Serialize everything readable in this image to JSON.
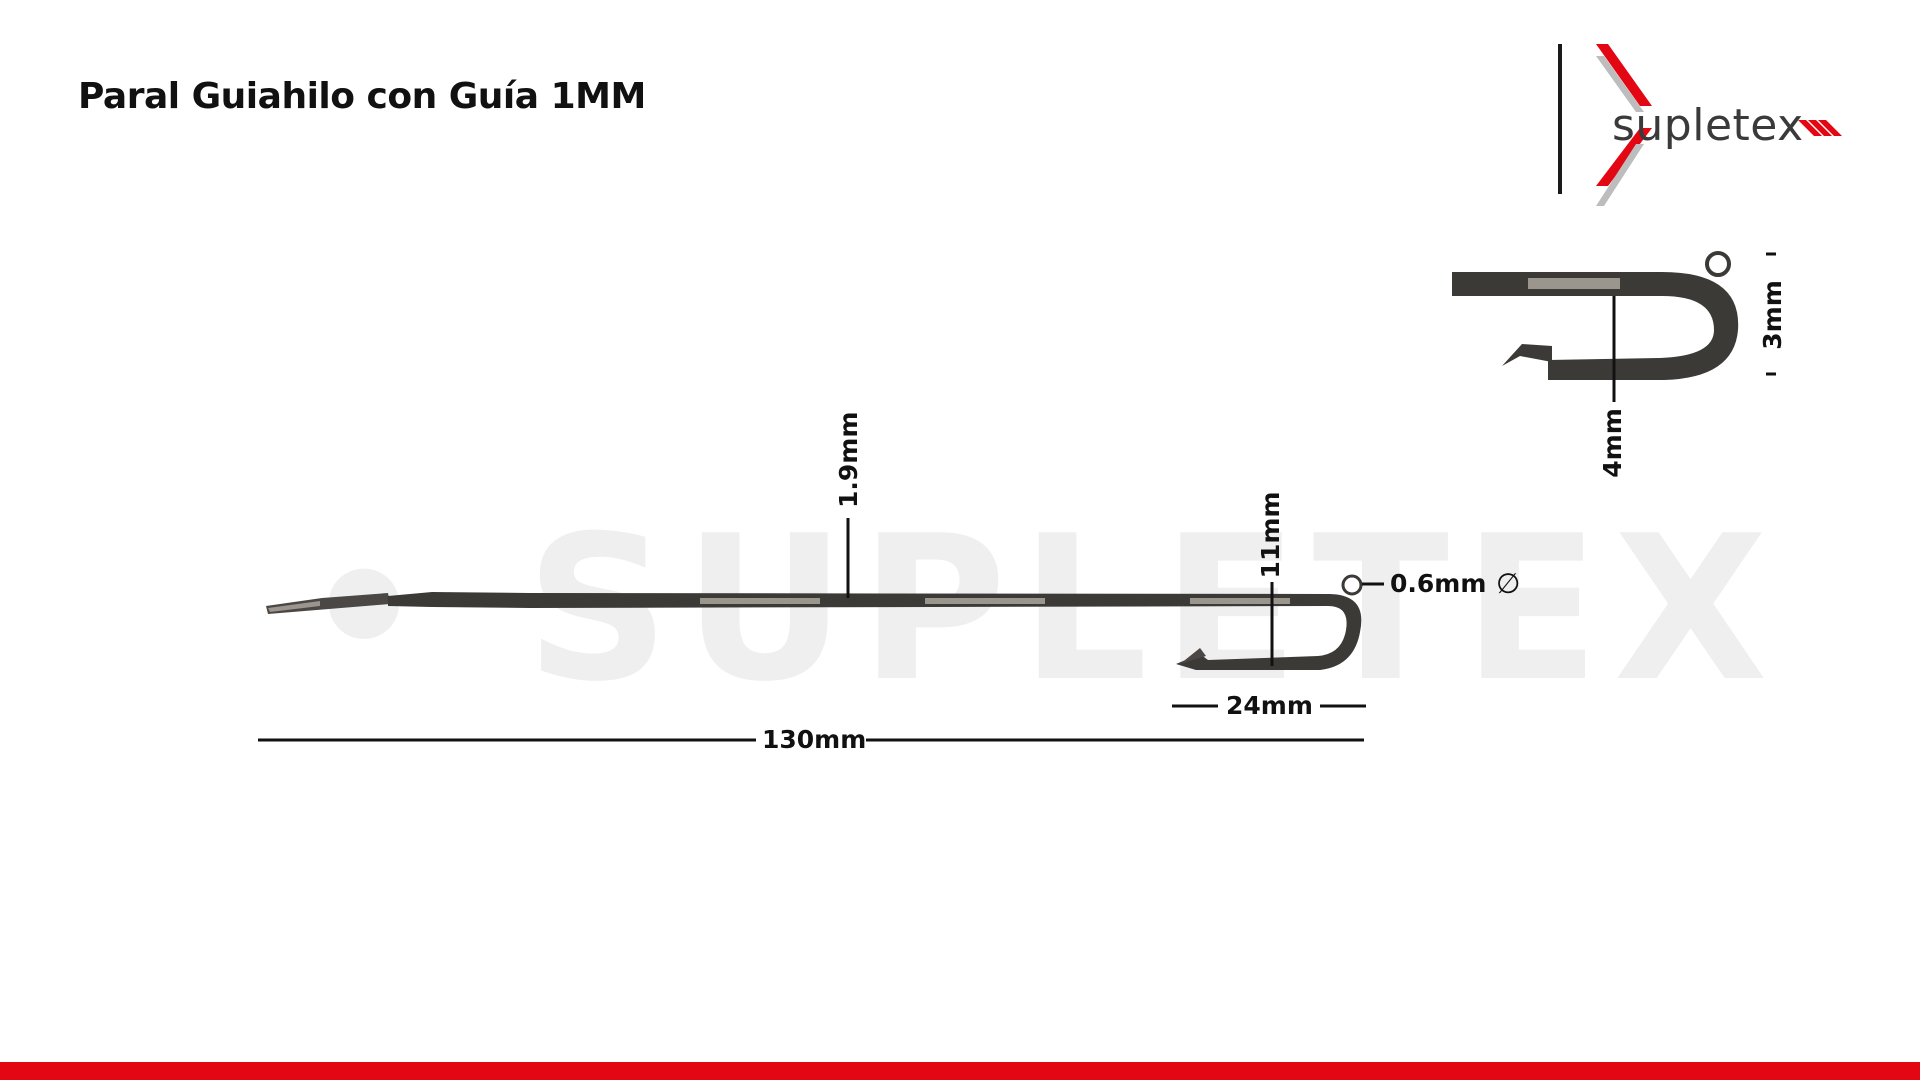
{
  "header": {
    "title": "Paral Guiahilo con Guía 1MM"
  },
  "logo": {
    "text": "supletex",
    "accent_color": "#e30613"
  },
  "watermark": {
    "text": "• SUPLETEX"
  },
  "dimensions": {
    "width_top": "1.9mm",
    "hook_height": "11mm",
    "eye_diameter": "0.6mm",
    "diameter_symbol": "∅",
    "hook_width": "24mm",
    "total_length": "130mm",
    "detail_height": "3mm",
    "detail_inner": "4mm"
  },
  "colors": {
    "accent": "#e30613",
    "metal": "#3c3a37",
    "metal_light": "#8f8a82"
  }
}
